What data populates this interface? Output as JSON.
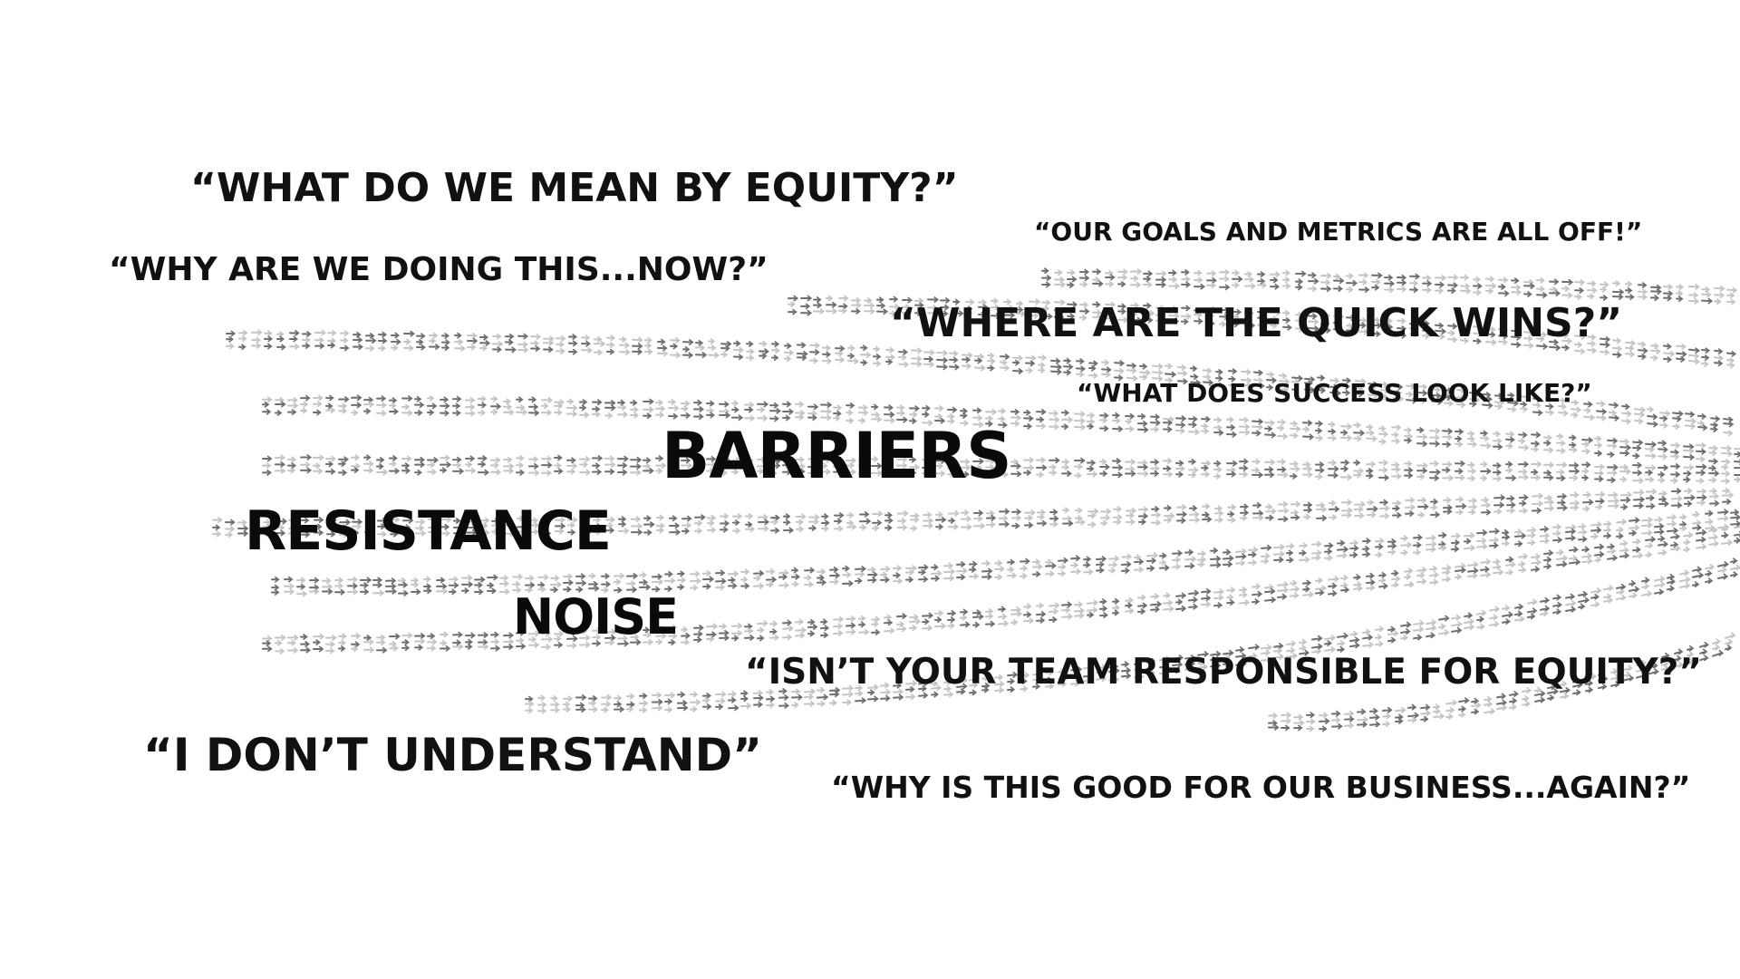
{
  "slide": {
    "quotes": {
      "equity_meaning": "“WHAT DO WE MEAN BY EQUITY?”",
      "goals_metrics": "“OUR GOALS AND METRICS ARE ALL OFF!”",
      "why_now": "“WHY ARE WE DOING THIS...NOW?”",
      "quick_wins": "“WHERE ARE THE QUICK WINS?”",
      "success": "“WHAT DOES SUCCESS LOOK LIKE?”",
      "team_responsible": "“ISN’T YOUR TEAM RESPONSIBLE FOR EQUITY?”",
      "understand": "“I DON’T UNDERSTAND”",
      "business": "“WHY IS THIS GOOD FOR OUR BUSINESS...AGAIN?”"
    },
    "keywords": {
      "barriers": "BARRIERS",
      "resistance": "RESISTANCE",
      "noise": "NOISE"
    }
  },
  "colors": {
    "background": "#ffffff",
    "text": "#111111",
    "streak_dark": "#6e6e6e",
    "streak_light": "#c4c4c4"
  }
}
